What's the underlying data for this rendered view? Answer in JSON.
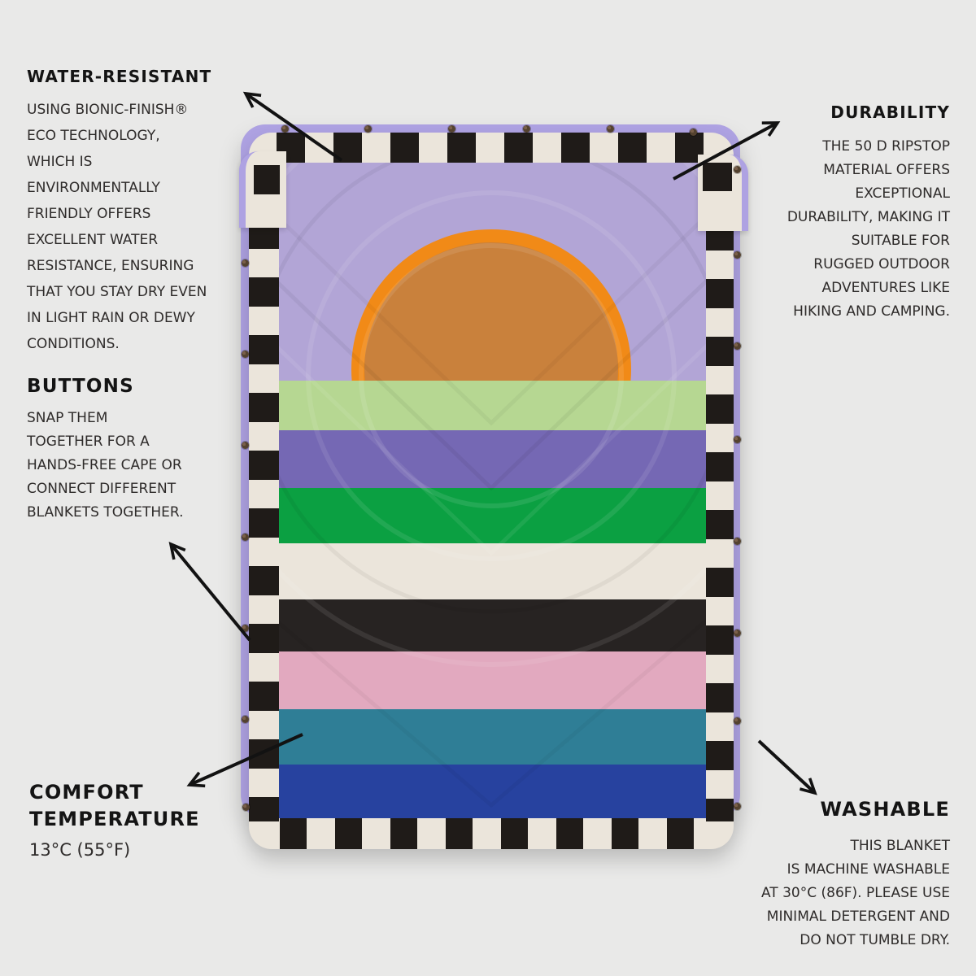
{
  "annotations": {
    "water_resistant": {
      "title": "WATER-RESISTANT",
      "lines": [
        "USING BIONIC-FINISH®",
        "ECO TECHNOLOGY,",
        "WHICH IS",
        "ENVIRONMENTALLY",
        "FRIENDLY OFFERS",
        "EXCELLENT WATER",
        "RESISTANCE, ENSURING",
        "THAT YOU STAY DRY EVEN",
        "IN LIGHT RAIN OR DEWY",
        "CONDITIONS."
      ]
    },
    "durability": {
      "title": "DURABILITY",
      "lines": [
        "THE 50 D RIPSTOP",
        "MATERIAL OFFERS",
        "EXCEPTIONAL",
        "DURABILITY, MAKING IT",
        "SUITABLE FOR",
        "RUGGED OUTDOOR",
        "ADVENTURES LIKE",
        "HIKING AND CAMPING."
      ]
    },
    "buttons": {
      "title": "BUTTONS",
      "lines": [
        "SNAP THEM",
        "TOGETHER FOR A",
        "HANDS-FREE CAPE OR",
        "CONNECT DIFFERENT",
        "BLANKETS TOGETHER."
      ]
    },
    "comfort_temperature": {
      "title_line1": "COMFORT",
      "title_line2": "TEMPERATURE",
      "value": "13°C (55°F)"
    },
    "washable": {
      "title": "WASHABLE",
      "lines": [
        "THIS BLANKET",
        "IS MACHINE WASHABLE",
        "AT 30°C (86F). PLEASE USE",
        "MINIMAL DETERGENT AND",
        "DO NOT TUMBLE DRY."
      ]
    }
  },
  "blanket": {
    "colors": {
      "background": "#E9E9E8",
      "binding_lavender": "#AEA2E2",
      "sky_lavender": "#B2A5D6",
      "border_cream": "#EBE5DB",
      "check_black": "#1F1B18",
      "sun_ring_orange": "#F18A17",
      "sun_fill_orange": "#C9813C",
      "stripe_light_green": "#B6D792",
      "stripe_purple": "#7568B4",
      "stripe_green": "#0BA042",
      "stripe_black": "#272322",
      "stripe_pink": "#E2A9BF",
      "stripe_teal": "#2F7E96",
      "stripe_blue": "#27429F"
    }
  }
}
